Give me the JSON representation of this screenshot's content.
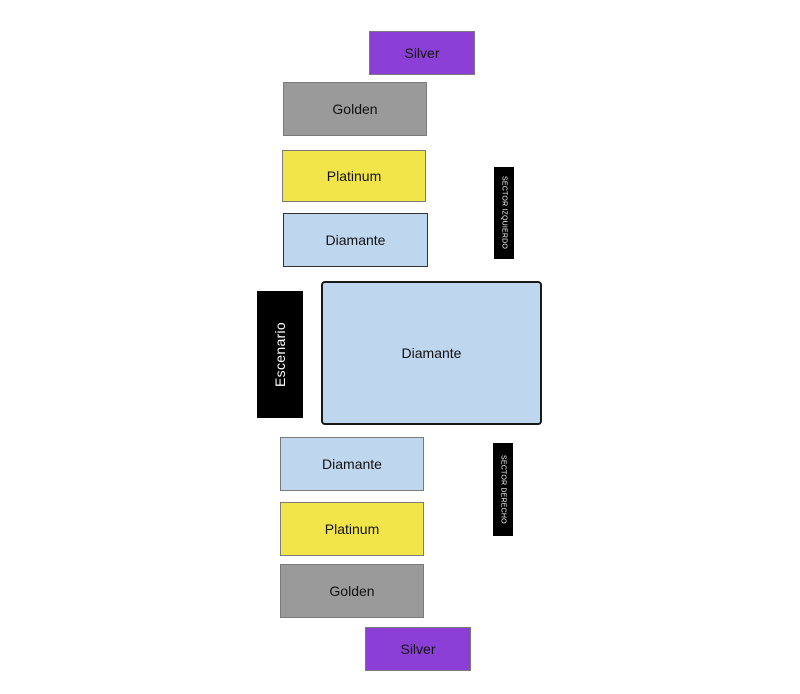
{
  "colors": {
    "silver": "#8c3fd6",
    "golden": "#9a9a9a",
    "platinum": "#f2e54a",
    "diamante": "#bed6ee",
    "stage": "#000000"
  },
  "sections": {
    "silver_top": "Silver",
    "golden_top": "Golden",
    "platinum_top": "Platinum",
    "diamante_top": "Diamante",
    "diamante_center": "Diamante",
    "diamante_bottom": "Diamante",
    "platinum_bottom": "Platinum",
    "golden_bottom": "Golden",
    "silver_bottom": "Silver"
  },
  "labels": {
    "stage": "Escenario",
    "sector_left": "SECTOR IZQUIERDO",
    "sector_right": "SECTOR DERECHO"
  }
}
